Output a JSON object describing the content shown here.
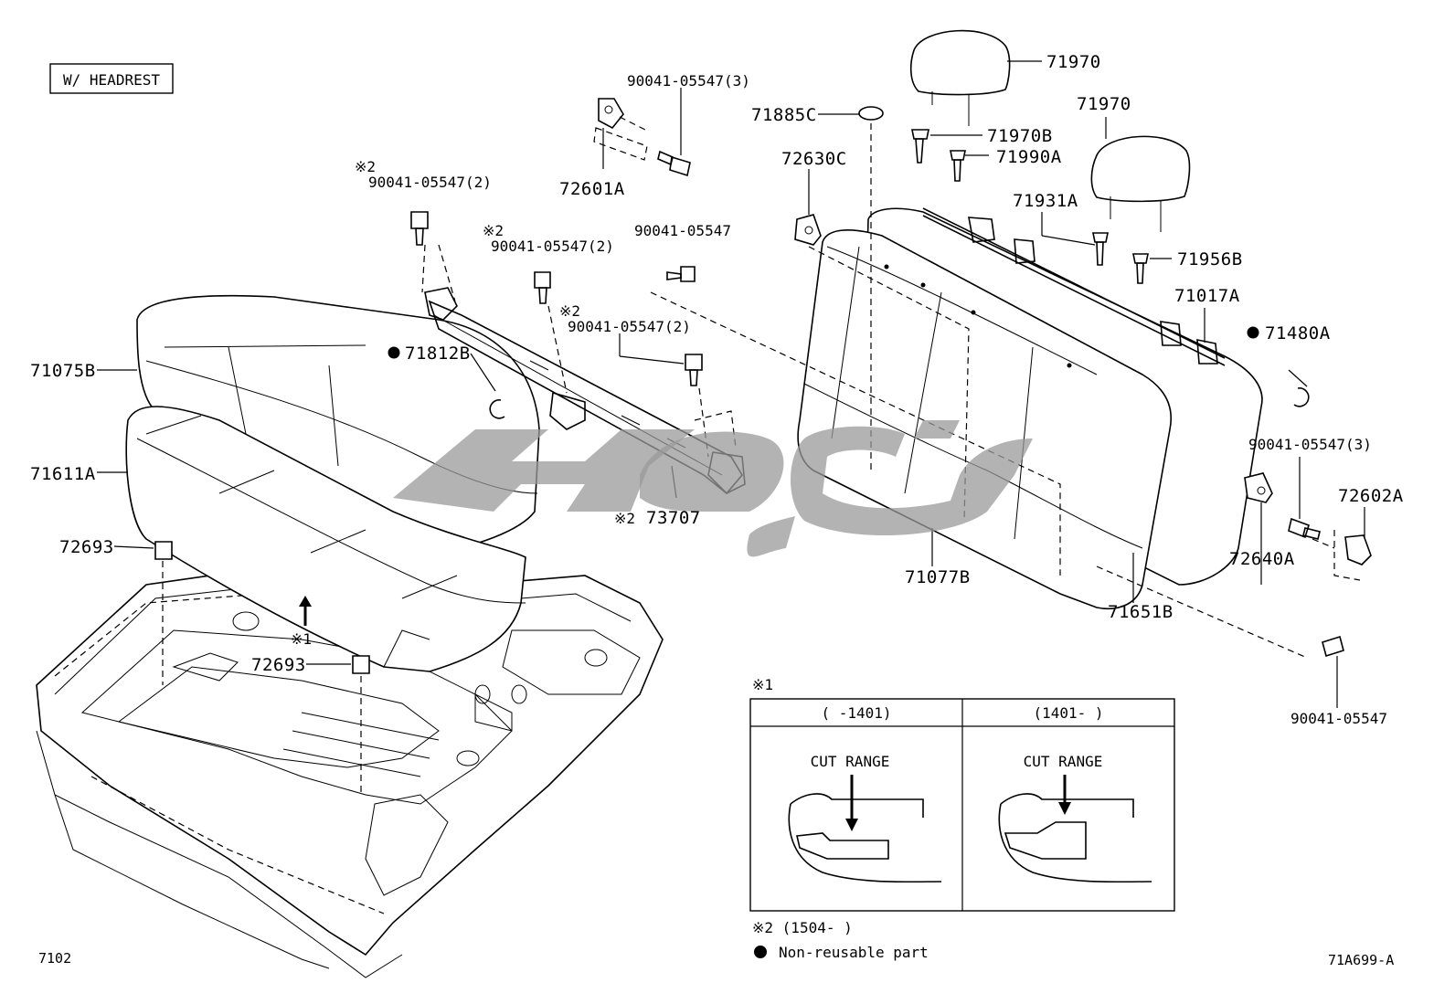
{
  "variant_tag": "W/ HEADREST",
  "page_code": "7102",
  "diagram_code": "71A699-A",
  "callouts": {
    "c71970_top": "71970",
    "c71970_mid": "71970",
    "c71885C": "71885C",
    "c71970B": "71970B",
    "c71990A": "71990A",
    "c72630C": "72630C",
    "c71931A": "71931A",
    "c71956B": "71956B",
    "c71017A": "71017A",
    "c71480A": "71480A",
    "c72602A": "72602A",
    "c72640A": "72640A",
    "c71077B": "71077B",
    "c71651B": "71651B",
    "c71075B": "71075B",
    "c71611A": "71611A",
    "c72693_a": "72693",
    "c72693_b": "72693",
    "c71812B": "71812B",
    "c73707": "73707",
    "c72601A": "72601A",
    "bolt_3_top": "90041-05547(3)",
    "bolt_2_left": "90041-05547(2)",
    "bolt_2_mid": "90041-05547(2)",
    "bolt_single_top": "90041-05547",
    "bolt_2_right": "90041-05547(2)",
    "bolt_3_right": "90041-05547(3)",
    "bolt_single_bottom": "90041-05547",
    "mark2_a": "※2",
    "mark2_b": "※2",
    "mark2_c": "※2",
    "mark2_d": "※2",
    "mark1_arrow": "※1"
  },
  "detail": {
    "title": "※1",
    "left_header": "(     -1401)",
    "right_header": "(1401-     )",
    "left_label": "CUT RANGE",
    "right_label": "CUT RANGE"
  },
  "notes": {
    "note2": "※2 (1504-     )",
    "note_bullet": "Non-reusable part"
  },
  "colors": {
    "line": "#000000",
    "background": "#ffffff",
    "watermark": "#9a9a9a"
  }
}
